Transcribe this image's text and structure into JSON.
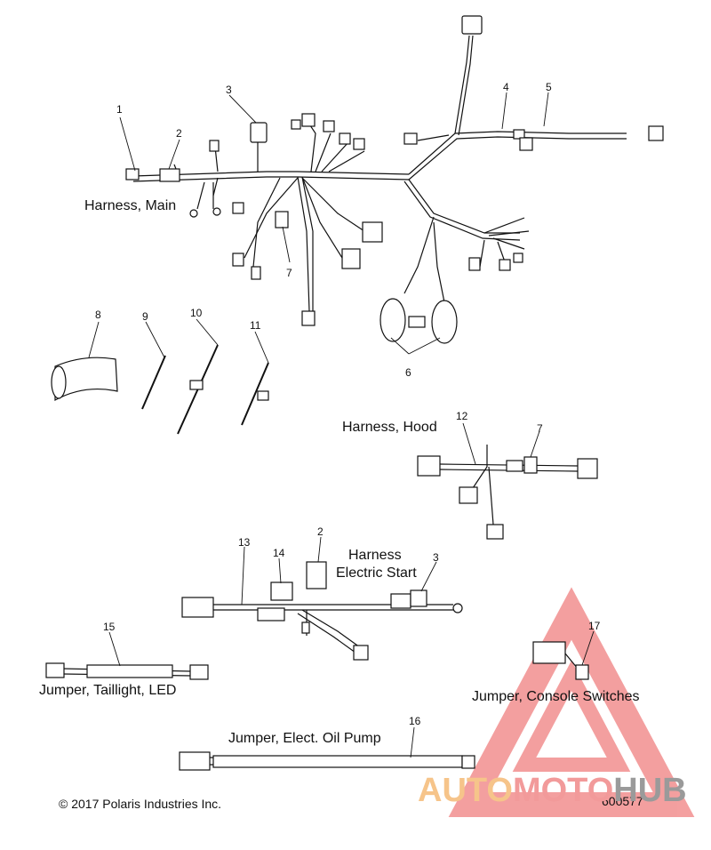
{
  "labels": {
    "harness_main": "Harness, Main",
    "harness_hood": "Harness, Hood",
    "harness_electric_start_1": "Harness",
    "harness_electric_start_2": "Electric Start",
    "jumper_taillight": "Jumper, Taillight, LED",
    "jumper_console": "Jumper, Console Switches",
    "jumper_oil_pump": "Jumper, Elect. Oil Pump"
  },
  "callouts": {
    "n1": "1",
    "n2": "2",
    "n3": "3",
    "n4": "4",
    "n5": "5",
    "n6": "6",
    "n7": "7",
    "n8": "8",
    "n9": "9",
    "n10": "10",
    "n11": "11",
    "n12": "12",
    "n7b": "7",
    "n13": "13",
    "n14": "14",
    "n2b": "2",
    "n3b": "3",
    "n15": "15",
    "n16": "16",
    "n17": "17"
  },
  "footer": {
    "copyright": "© 2017 Polaris Industries Inc.",
    "figure_number": "600577"
  },
  "watermark": {
    "part1": "AUTO",
    "part2": "MOTO",
    "part3": "HUB",
    "color_auto": "#f6c48a",
    "color_moto": "#f29a9a",
    "color_hub": "#9a9a9a"
  }
}
